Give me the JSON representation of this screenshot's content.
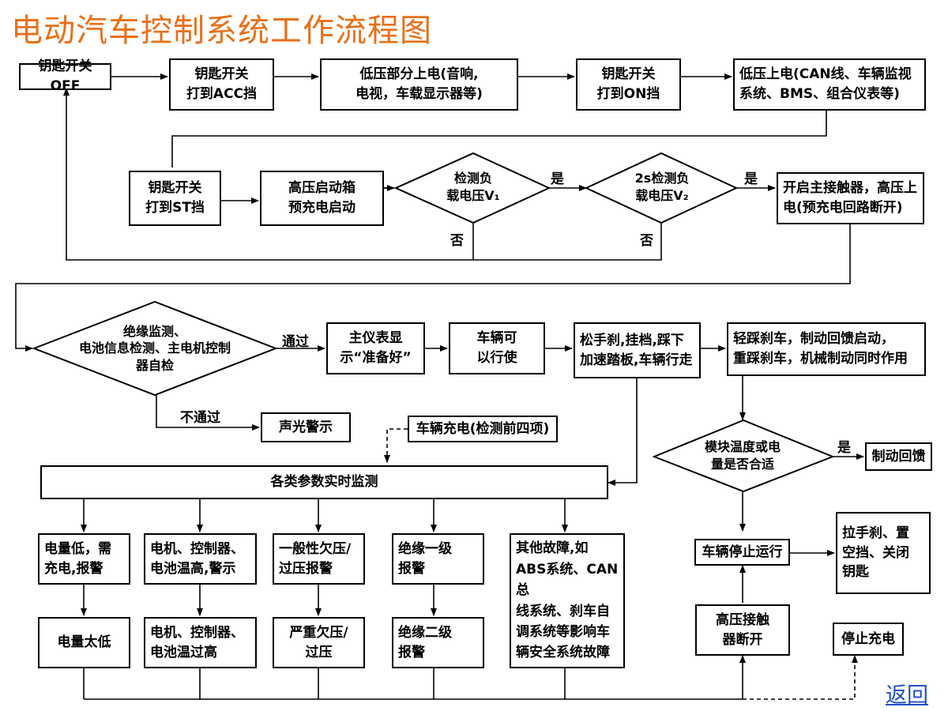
{
  "title": "电动汽车控制系统工作流程图",
  "nodes": {
    "key_off": "钥匙开关OFF",
    "key_acc": "钥匙开关\n打到ACC挡",
    "lv_power_partial": "低压部分上电(音响,\n电视，车载显示器等)",
    "key_on": "钥匙开关\n打到ON挡",
    "lv_power_full": "低压上电(CAN线、车辆监视\n系统、BMS、组合仪表等)",
    "key_st": "钥匙开关\n打到ST挡",
    "hv_precharge": "高压启动箱\n预充电启动",
    "check_v1": "检测负\n载电压V₁",
    "check_v2": "2s检测负\n载电压V₂",
    "main_contactor": "开启主接触器，高压上\n电(预充电回路断开)",
    "self_check": "绝缘监测、\n电池信息检测、主电机控制\n器自检",
    "dashboard_ready": "主仪表显\n示“准备好”",
    "vehicle_drivable": "车辆可\n以行使",
    "release_brake": "松手刹,挂档,踩下\n加速踏板,车辆行走",
    "braking": "轻踩刹车，制动回馈启动，\n重踩刹车，机械制动同时作用",
    "alarm": "声光警示",
    "charging": "车辆充电(检测前四项)",
    "module_temp_check": "模块温度或电\n量是否合适",
    "regen_braking": "制动回馈",
    "realtime_monitor": "各类参数实时监测",
    "low_battery": "电量低，需\n充电,报警",
    "motor_temp_high": "电机、控制器、\n电池温高,警示",
    "under_over_voltage": "一般性欠压/\n过压报警",
    "insulation_lv1": "绝缘一级\n报警",
    "other_faults": "其他故障,如\nABS系统、CAN总\n线系统、刹车自\n调系统等影响车\n辆安全系统故障",
    "battery_too_low": "电量太低",
    "motor_temp_over": "电机、控制器、\n电池温过高",
    "severe_voltage": "严重欠压/\n过压",
    "insulation_lv2": "绝缘二级\n报警",
    "vehicle_stop": "车辆停止运行",
    "park_actions": "拉手刹、置\n空挡、关闭\n钥匙",
    "hv_contactor_off": "高压接触\n器断开",
    "stop_charging": "停止充电"
  },
  "labels": {
    "yes1": "是",
    "yes2": "是",
    "no1": "否",
    "no2": "否",
    "pass": "通过",
    "fail": "不通过",
    "yes3": "是"
  },
  "back_link": "返回",
  "colors": {
    "title": "#E8701A",
    "link": "#1F4FC7",
    "line": "#000000"
  }
}
